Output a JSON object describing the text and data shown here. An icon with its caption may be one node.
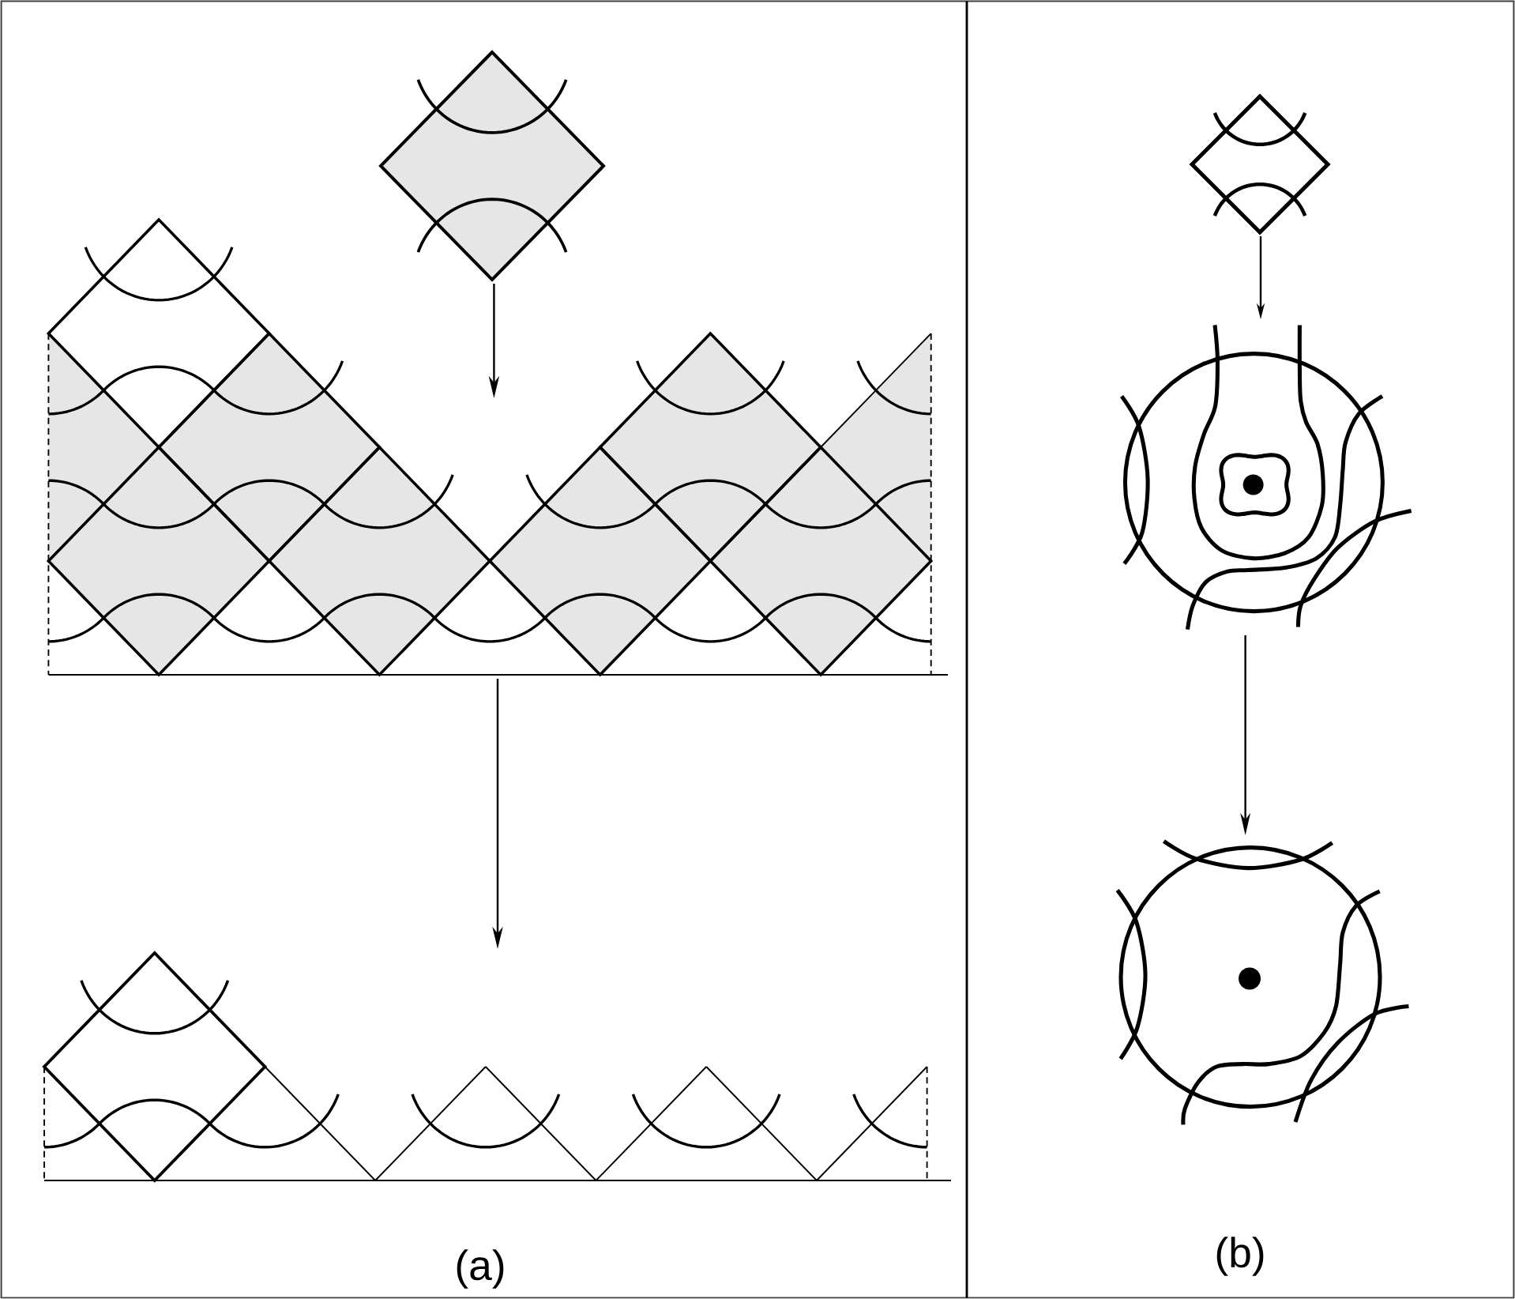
{
  "diagram": {
    "nodes": [
      {
        "text": [],
        "shape": "picture"
      },
      {
        "text": [],
        "shape": "picture"
      },
      {
        "text": [],
        "shape": "picture"
      },
      {
        "text": [],
        "shape": "picture"
      },
      {
        "text": [],
        "shape": "picture"
      },
      {
        "text": [],
        "shape": "picture"
      }
    ],
    "edges": [
      {
        "from": 0,
        "to": 1,
        "arrow": "to"
      },
      {
        "from": 1,
        "to": 2,
        "arrow": "to"
      },
      {
        "from": 3,
        "to": 4,
        "arrow": "to"
      },
      {
        "from": 4,
        "to": 5,
        "arrow": "to"
      }
    ],
    "labels": [
      "(a)",
      "(b)"
    ]
  }
}
